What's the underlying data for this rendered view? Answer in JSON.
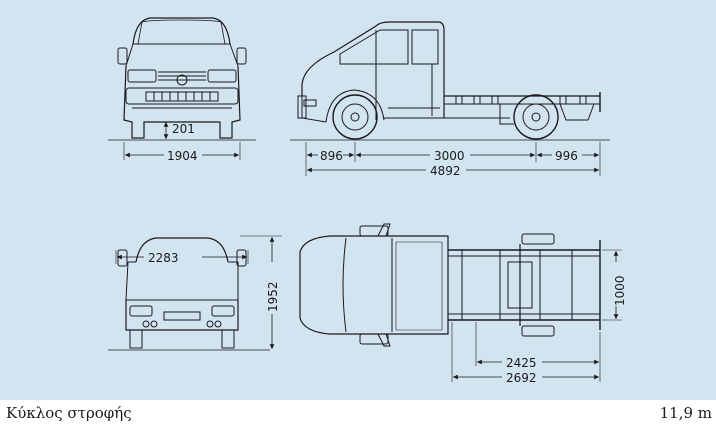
{
  "dimensions": {
    "ground_clearance": "201",
    "front_width": "1904",
    "front_overhang": "896",
    "wheelbase": "3000",
    "rear_overhang": "996",
    "overall_length": "4892",
    "mirror_span": "2283",
    "overall_height": "1952",
    "frame_width": "1000",
    "frame_length_inner": "2425",
    "frame_length_outer": "2692"
  },
  "spec": {
    "label": "Κύκλος στροφής",
    "value": "11,9 m"
  },
  "colors": {
    "background": "#d3e4f1",
    "line": "#1a1a1a"
  }
}
